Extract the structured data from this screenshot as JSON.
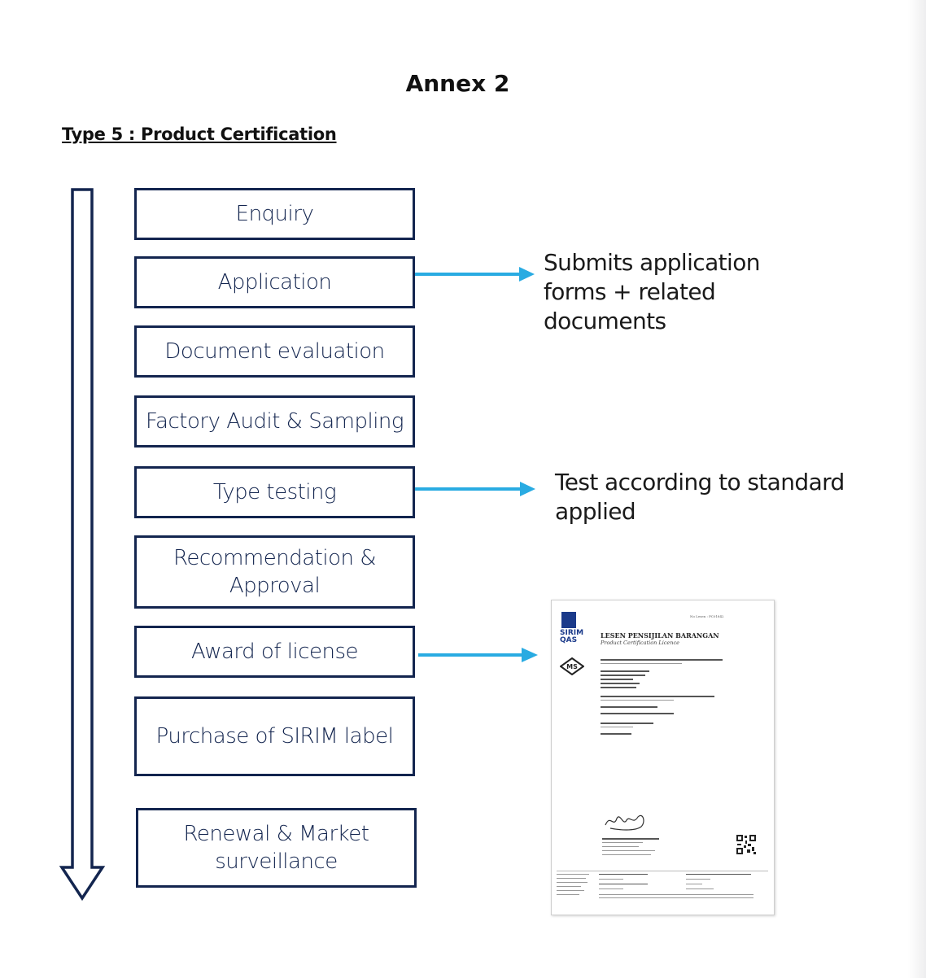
{
  "title": "Annex 2",
  "subtitle": "Type 5 : Product Certification",
  "steps": [
    "Enquiry",
    "Application",
    "Document evaluation",
    "Factory Audit & Sampling",
    "Type testing",
    "Recommendation & Approval",
    "Award of license",
    "Purchase of SIRIM label",
    "Renewal & Market surveillance"
  ],
  "notes": {
    "application": "Submits application forms + related documents",
    "testing": "Test according to standard applied"
  },
  "certificate": {
    "logo_text": "SIRIM QAS",
    "licence_no_label": "No Lesen : PC01842",
    "heading": "LESEN PENSIJILAN BARANGAN",
    "subheading": "Product Certification Licence"
  },
  "colors": {
    "navy": "#13254f",
    "arrow_blue": "#29abe2"
  }
}
